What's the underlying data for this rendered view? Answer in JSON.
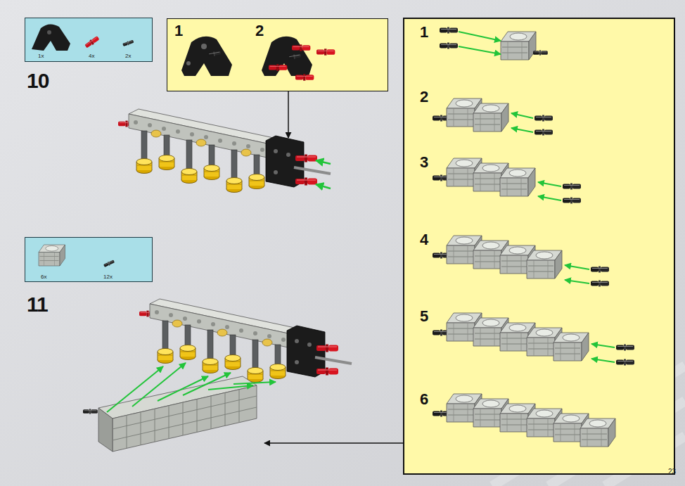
{
  "diagram": {
    "nodes": [
      {
        "text": [
          "1x",
          "4x",
          "2x"
        ]
      },
      {
        "text": [
          "1",
          "2"
        ]
      },
      {
        "text": [
          "6x",
          "12x"
        ]
      },
      {
        "text": [
          "1",
          "2",
          "3",
          "4",
          "5",
          "6"
        ]
      }
    ],
    "labels": [
      "10",
      "11",
      "23"
    ]
  }
}
